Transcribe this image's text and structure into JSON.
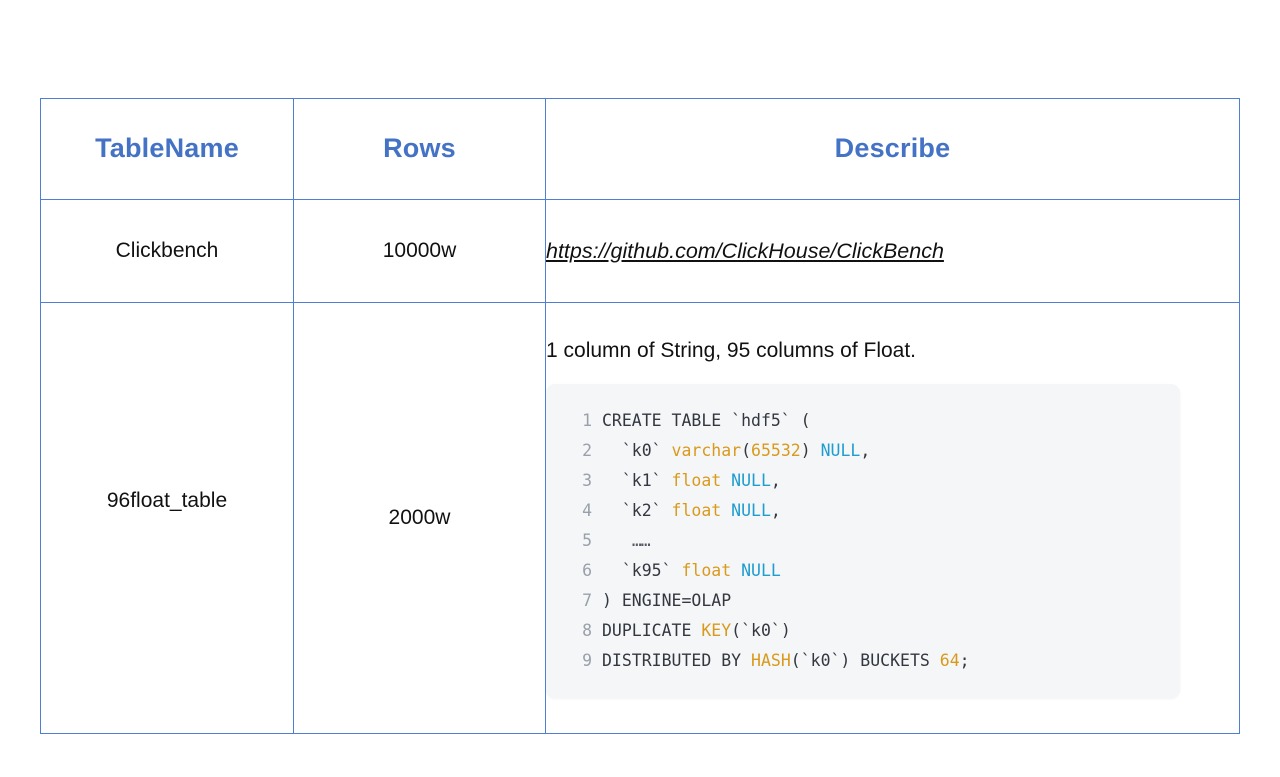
{
  "table": {
    "columns": [
      "TableName",
      "Rows",
      "Describe"
    ],
    "rows": [
      {
        "name": "Clickbench",
        "rows_count": "10000w",
        "describe_link": "https://github.com/ClickHouse/ClickBench"
      },
      {
        "name": "96float_table",
        "rows_count": "2000w",
        "describe_note": "1 column of String, 95 columns of Float."
      }
    ]
  },
  "code_block": {
    "language": "sql",
    "lines": [
      {
        "no": "1",
        "tokens": [
          {
            "t": "CREATE TABLE `hdf5` (",
            "c": "plain"
          }
        ]
      },
      {
        "no": "2",
        "tokens": [
          {
            "t": "  `k0` ",
            "c": "plain"
          },
          {
            "t": "varchar",
            "c": "type"
          },
          {
            "t": "(",
            "c": "plain"
          },
          {
            "t": "65532",
            "c": "num"
          },
          {
            "t": ") ",
            "c": "plain"
          },
          {
            "t": "NULL",
            "c": "null"
          },
          {
            "t": ",",
            "c": "plain"
          }
        ]
      },
      {
        "no": "3",
        "tokens": [
          {
            "t": "  `k1` ",
            "c": "plain"
          },
          {
            "t": "float",
            "c": "type"
          },
          {
            "t": " ",
            "c": "plain"
          },
          {
            "t": "NULL",
            "c": "null"
          },
          {
            "t": ",",
            "c": "plain"
          }
        ]
      },
      {
        "no": "4",
        "tokens": [
          {
            "t": "  `k2` ",
            "c": "plain"
          },
          {
            "t": "float",
            "c": "type"
          },
          {
            "t": " ",
            "c": "plain"
          },
          {
            "t": "NULL",
            "c": "null"
          },
          {
            "t": ",",
            "c": "plain"
          }
        ]
      },
      {
        "no": "5",
        "tokens": [
          {
            "t": "   ",
            "c": "plain"
          },
          {
            "t": "……",
            "c": "dots"
          }
        ]
      },
      {
        "no": "6",
        "tokens": [
          {
            "t": "  `k95` ",
            "c": "plain"
          },
          {
            "t": "float",
            "c": "type"
          },
          {
            "t": " ",
            "c": "plain"
          },
          {
            "t": "NULL",
            "c": "null"
          }
        ]
      },
      {
        "no": "7",
        "tokens": [
          {
            "t": ") ENGINE=OLAP",
            "c": "plain"
          }
        ]
      },
      {
        "no": "8",
        "tokens": [
          {
            "t": "DUPLICATE ",
            "c": "plain"
          },
          {
            "t": "KEY",
            "c": "kw"
          },
          {
            "t": "(`k0`)",
            "c": "plain"
          }
        ]
      },
      {
        "no": "9",
        "tokens": [
          {
            "t": "DISTRIBUTED BY ",
            "c": "plain"
          },
          {
            "t": "HASH",
            "c": "kw"
          },
          {
            "t": "(`k0`) BUCKETS ",
            "c": "plain"
          },
          {
            "t": "64",
            "c": "num"
          },
          {
            "t": ";",
            "c": "plain"
          }
        ]
      }
    ]
  },
  "colors": {
    "header_text": "#4472C4",
    "table_border": "#4F7FD4",
    "code_background": "#F5F6F7",
    "token_type": "#D99A1C",
    "token_null": "#1F9CD0",
    "line_number": "#9AA0AB",
    "page_background": "#FFFFFF"
  }
}
